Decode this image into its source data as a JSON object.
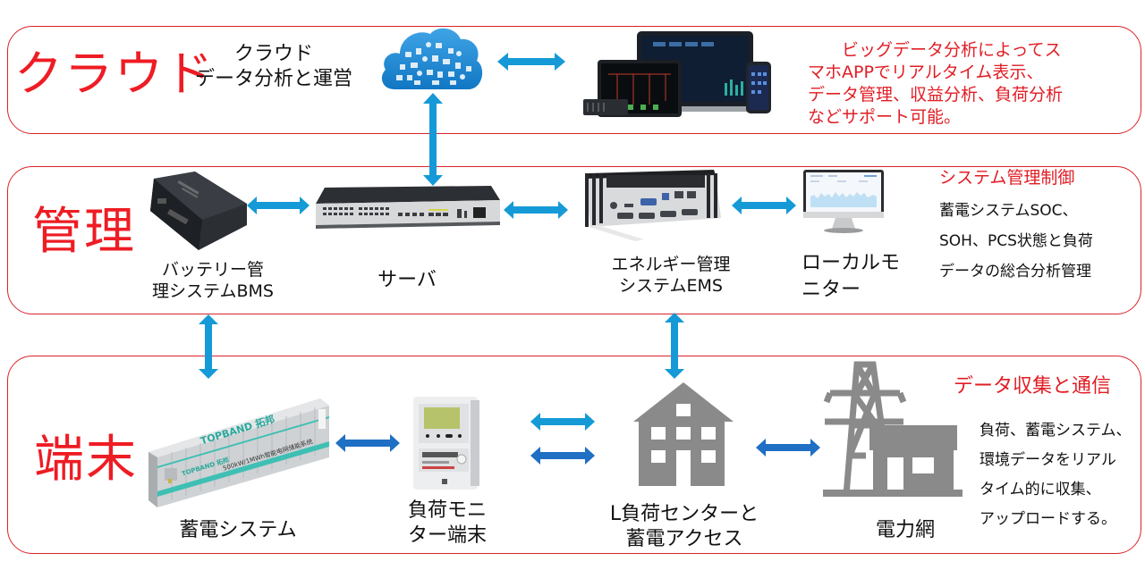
{
  "colors": {
    "border": "#d9232a",
    "title_red": "#ee1c24",
    "arrow_light": "#159ad7",
    "arrow_dark": "#1f6fc4",
    "icon_gray": "#8a8a8a"
  },
  "layers": {
    "cloud": {
      "title": "クラウド",
      "subtitle_line1": "クラウド",
      "subtitle_line2": "データ分析と運営",
      "icons": [
        "cloud-icon",
        "multi-device-dashboard-icon"
      ],
      "description_lines": [
        "ビッグデータ分析によってス",
        "マホAPPでリアルタイム表示、",
        "データ管理、収益分析、負荷分析",
        "などサポート可能。"
      ]
    },
    "management": {
      "title": "管理",
      "devices": [
        {
          "icon": "bms-device-icon",
          "label_line1": "バッテリー管",
          "label_line2": "理システムBMS"
        },
        {
          "icon": "server-switch-icon",
          "label_line1": "サーバ",
          "label_line2": ""
        },
        {
          "icon": "ems-box-icon",
          "label_line1": "エネルギー管理",
          "label_line2": "システムEMS"
        },
        {
          "icon": "monitor-icon",
          "label_line1": "ローカルモ",
          "label_line2": "ニター"
        }
      ],
      "note_title": "システム管理制御",
      "note_lines": [
        "蓄電システムSOC、",
        "SOH、PCS状態と負荷",
        "データの総合分析管理"
      ]
    },
    "terminal": {
      "title": "端末",
      "devices": [
        {
          "icon": "battery-container-icon",
          "label_line1": "蓄電システム",
          "label_line2": ""
        },
        {
          "icon": "electric-meter-icon",
          "label_line1": "負荷モニ",
          "label_line2": "ター端末"
        },
        {
          "icon": "building-icon",
          "label_line1": "L負荷センターと",
          "label_line2": "蓄電アクセス"
        },
        {
          "icon": "power-grid-icon",
          "label_line1": "電力網",
          "label_line2": ""
        }
      ],
      "container_text": {
        "brand": "TOPBAND 拓邦",
        "small_brand": "TOPBAND 拓邦",
        "model": "500kW/1MWh智能电网储能系统"
      },
      "note_title": "データ収集と通信",
      "note_lines": [
        "負荷、蓄電システム、",
        "環境データをリアル",
        "タイム的に収集、",
        "アップロードする。"
      ]
    }
  }
}
